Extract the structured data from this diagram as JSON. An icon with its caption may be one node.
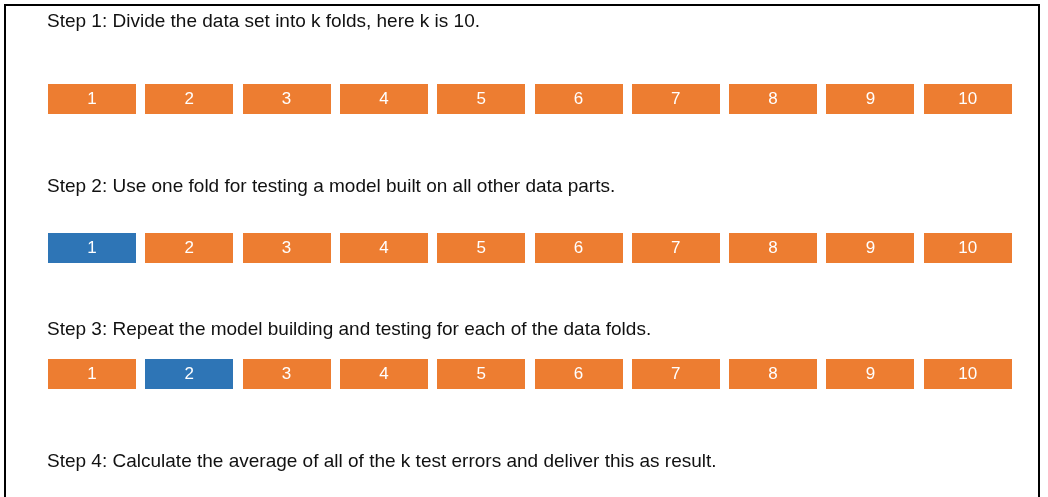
{
  "diagram": {
    "nodes": [
      {
        "text": [
          "1"
        ]
      },
      {
        "text": [
          "2"
        ]
      },
      {
        "text": [
          "3"
        ]
      },
      {
        "text": [
          "4"
        ]
      },
      {
        "text": [
          "5"
        ]
      },
      {
        "text": [
          "6"
        ]
      },
      {
        "text": [
          "7"
        ]
      },
      {
        "text": [
          "8"
        ]
      },
      {
        "text": [
          "9"
        ]
      },
      {
        "text": [
          "10"
        ]
      },
      {
        "text": [
          "1"
        ]
      },
      {
        "text": [
          "2"
        ]
      },
      {
        "text": [
          "3"
        ]
      },
      {
        "text": [
          "4"
        ]
      },
      {
        "text": [
          "5"
        ]
      },
      {
        "text": [
          "6"
        ]
      },
      {
        "text": [
          "7"
        ]
      },
      {
        "text": [
          "8"
        ]
      },
      {
        "text": [
          "9"
        ]
      },
      {
        "text": [
          "10"
        ]
      },
      {
        "text": [
          "1"
        ]
      },
      {
        "text": [
          "2"
        ]
      },
      {
        "text": [
          "3"
        ]
      },
      {
        "text": [
          "4"
        ]
      },
      {
        "text": [
          "5"
        ]
      },
      {
        "text": [
          "6"
        ]
      },
      {
        "text": [
          "7"
        ]
      },
      {
        "text": [
          "8"
        ]
      },
      {
        "text": [
          "9"
        ]
      },
      {
        "text": [
          "10"
        ]
      }
    ],
    "edges": [],
    "labels": [
      "Step 1: Divide the data set into k folds, here k is 10.",
      "Step 2: Use one fold for testing a model built on all other data parts.",
      "Step 3: Repeat the model building and testing for each of the data folds.",
      "Step 4: Calculate the average of all of the k test errors and deliver this as result."
    ]
  }
}
